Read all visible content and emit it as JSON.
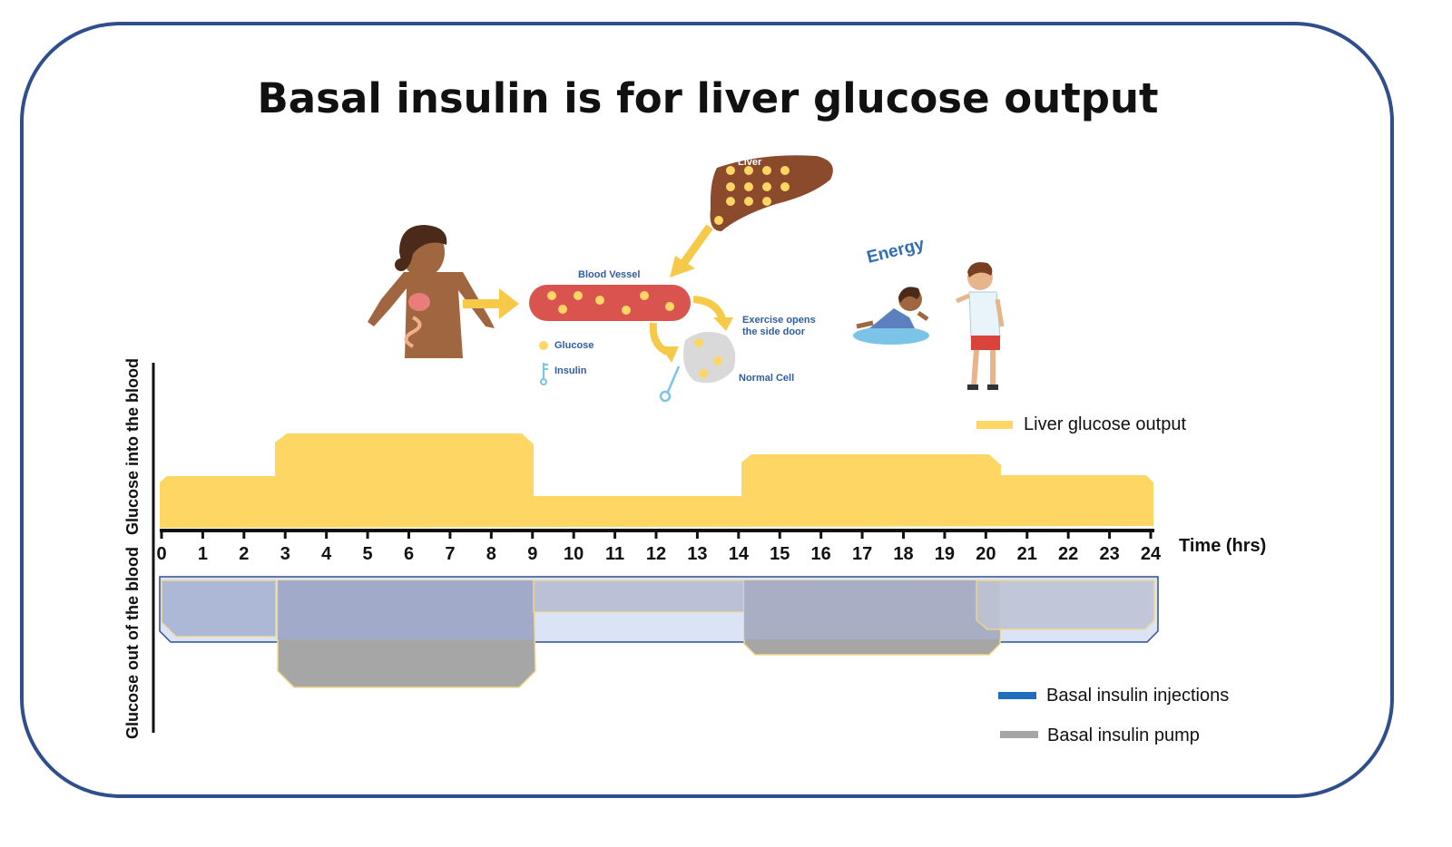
{
  "title": "Basal insulin is for liver glucose output",
  "illustration": {
    "liver_label": "Liver",
    "blood_vessel_label": "Blood Vessel",
    "glucose_label": "Glucose",
    "insulin_label": "Insulin",
    "exercise_line1": "Exercise opens",
    "exercise_line2": "the side door",
    "normal_cell_label": "Normal Cell",
    "energy_label": "Energy"
  },
  "axes": {
    "y_upper_label": "Glucose into the blood",
    "y_lower_label": "Glucose out of the blood",
    "x_label": "Time (hrs)",
    "ticks": [
      "0",
      "1",
      "2",
      "3",
      "4",
      "5",
      "6",
      "7",
      "8",
      "9",
      "10",
      "11",
      "12",
      "13",
      "14",
      "15",
      "16",
      "17",
      "18",
      "19",
      "20",
      "21",
      "22",
      "23",
      "24"
    ]
  },
  "legend": {
    "liver": "Liver glucose output",
    "injections": "Basal insulin injections",
    "pump": "Basal insulin pump"
  },
  "colors": {
    "liver": "#fdd663",
    "injections": "#1f6dbf",
    "pump": "#a6a6a6",
    "frame": "#2f4f8c",
    "blood_vessel": "#d9534f",
    "liver_organ": "#8b4a2b"
  }
}
